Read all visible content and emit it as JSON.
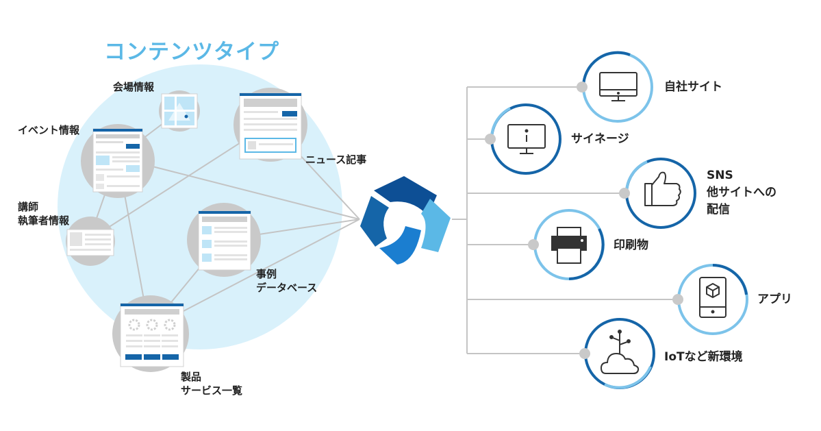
{
  "title": "コンテンツタイプ",
  "content_types": {
    "venue": "会場情報",
    "event": "イベント情報",
    "news": "ニュース記事",
    "speaker_line1": "講師",
    "speaker_line2": "執筆者情報",
    "case_line1": "事例",
    "case_line2": "データベース",
    "product_line1": "製品",
    "product_line2": "サービス一覧"
  },
  "outputs": {
    "own_site": "自社サイト",
    "signage": "サイネージ",
    "sns_line1": "SNS",
    "sns_line2": "他サイトへの",
    "sns_line3": "配信",
    "print": "印刷物",
    "app": "アプリ",
    "iot": "IoTなど新環境"
  },
  "icons": [
    "monitor-icon",
    "info-display-icon",
    "thumbs-up-icon",
    "printer-icon",
    "tablet-icon",
    "cloud-iot-icon",
    "hub-logo-icon"
  ],
  "colors": {
    "accent_light": "#5bb8e6",
    "accent_dark": "#1565a8",
    "circle_fill": "#d9f1fb",
    "node_gray": "#c9c9c9",
    "line_gray": "#cccccc"
  }
}
